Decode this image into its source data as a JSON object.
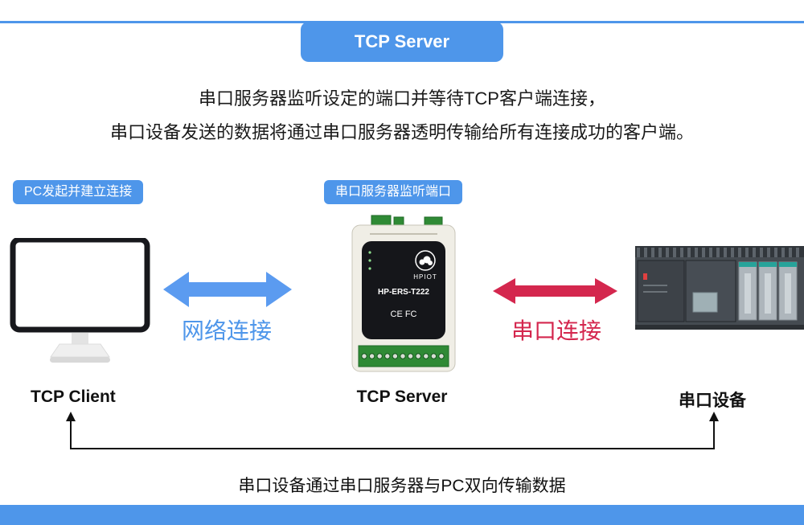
{
  "banner": {
    "label": "TCP Server"
  },
  "description": {
    "line1": "串口服务器监听设定的端口并等待TCP客户端连接，",
    "line2": "串口设备发送的数据将通过串口服务器透明传输给所有连接成功的客户端。"
  },
  "pills": {
    "left": "PC发起并建立连接",
    "center": "串口服务器监听端口"
  },
  "connections": {
    "network": "网络连接",
    "serial": "串口连接"
  },
  "nodes": {
    "client": "TCP Client",
    "server": "TCP Server",
    "device": "串口设备"
  },
  "device": {
    "brand": "HPIOT",
    "model": "HP-ERS-T222",
    "marks": "CE FC"
  },
  "footer": {
    "caption": "串口设备通过串口服务器与PC双向传输数据"
  },
  "icons": {
    "tcp_client": "desktop-monitor",
    "tcp_server_device": "serial-device-server",
    "serial_device": "plc-module",
    "network_link": "double-headed-arrow",
    "serial_link": "double-headed-arrow",
    "bidirectional": "bracket-with-up-arrows"
  },
  "colors": {
    "accent_blue": "#4e96ea",
    "arrow_blue": "#5b9bf0",
    "accent_red": "#d4274e",
    "terminal_green": "#2f8a35"
  }
}
